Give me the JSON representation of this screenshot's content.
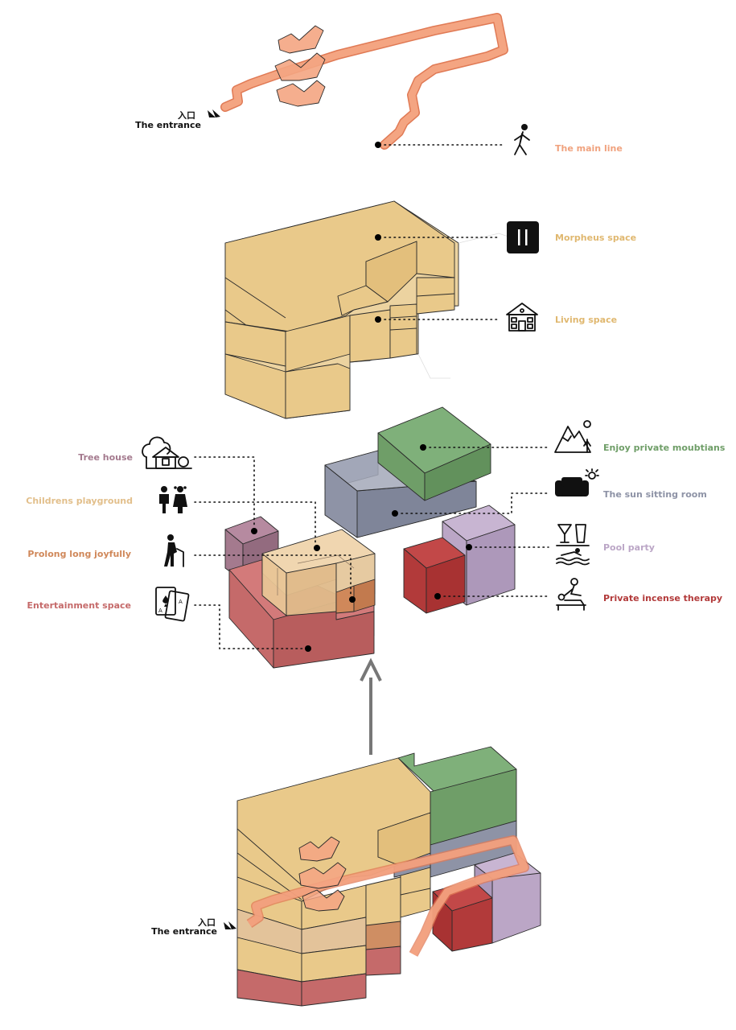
{
  "entrance": {
    "chinese": "入口",
    "english": "The entrance"
  },
  "colors": {
    "path": "#f4a582",
    "main_line": "#f0a27e",
    "morpheus": "#e9c98a",
    "living": "#e9c98a",
    "tree_house": "#a47a8e",
    "childrens_playground": "#e8c596",
    "prolong": "#d0885a",
    "entertainment": "#c56a6a",
    "mountains": "#6f9e68",
    "sun_room": "#8e93a6",
    "pool_party": "#bba6c6",
    "incense": "#b23a3a"
  },
  "labels": {
    "main_line": "The main line",
    "morpheus": "Morpheus space",
    "living": "Living space",
    "tree_house": "Tree house",
    "childrens_playground": "Childrens playground",
    "prolong": "Prolong long joyfully",
    "entertainment": "Entertainment space",
    "mountains": "Enjoy private moubtians",
    "sun_room": "The sun sitting room",
    "pool_party": "Pool party",
    "incense": "Private incense therapy"
  },
  "icons": {
    "main_line": "walking-person-icon",
    "morpheus": "pause-sleep-icon",
    "living": "house-icon",
    "tree_house": "tree-house-icon",
    "childrens_playground": "children-icon",
    "prolong": "elderly-person-icon",
    "entertainment": "playing-cards-icon",
    "mountains": "mountain-icon",
    "sun_room": "sofa-sun-icon",
    "pool_party": "pool-party-icon",
    "incense": "massage-icon"
  }
}
